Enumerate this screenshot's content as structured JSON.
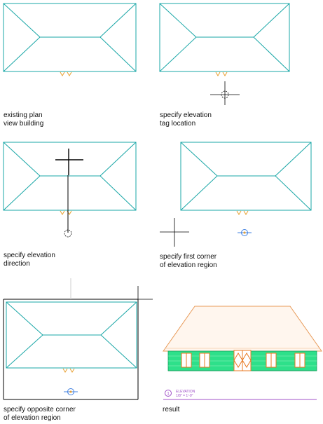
{
  "panels": [
    {
      "caption": [
        "existing plan",
        "view building"
      ]
    },
    {
      "caption": [
        "specify elevation",
        "tag location"
      ]
    },
    {
      "caption": [
        "specify elevation",
        "direction"
      ]
    },
    {
      "caption": [
        "specify first corner",
        "of elevation region"
      ]
    },
    {
      "caption": [
        "specify opposite corner",
        "of elevation region"
      ]
    },
    {
      "caption": [
        "result"
      ]
    }
  ],
  "elevation_tag": {
    "text_line1": "ELEVATION",
    "text_line2": "1/8\" = 1'-0\""
  },
  "colors": {
    "roof_plan": "#1aa7a7",
    "tag_marker": "#e8a030",
    "elevation_roof": "#e89a58",
    "elevation_wall": "#2ee08a",
    "elevation_trim": "#e87820",
    "section_line": "#a050c8",
    "cursor": "#000000"
  }
}
